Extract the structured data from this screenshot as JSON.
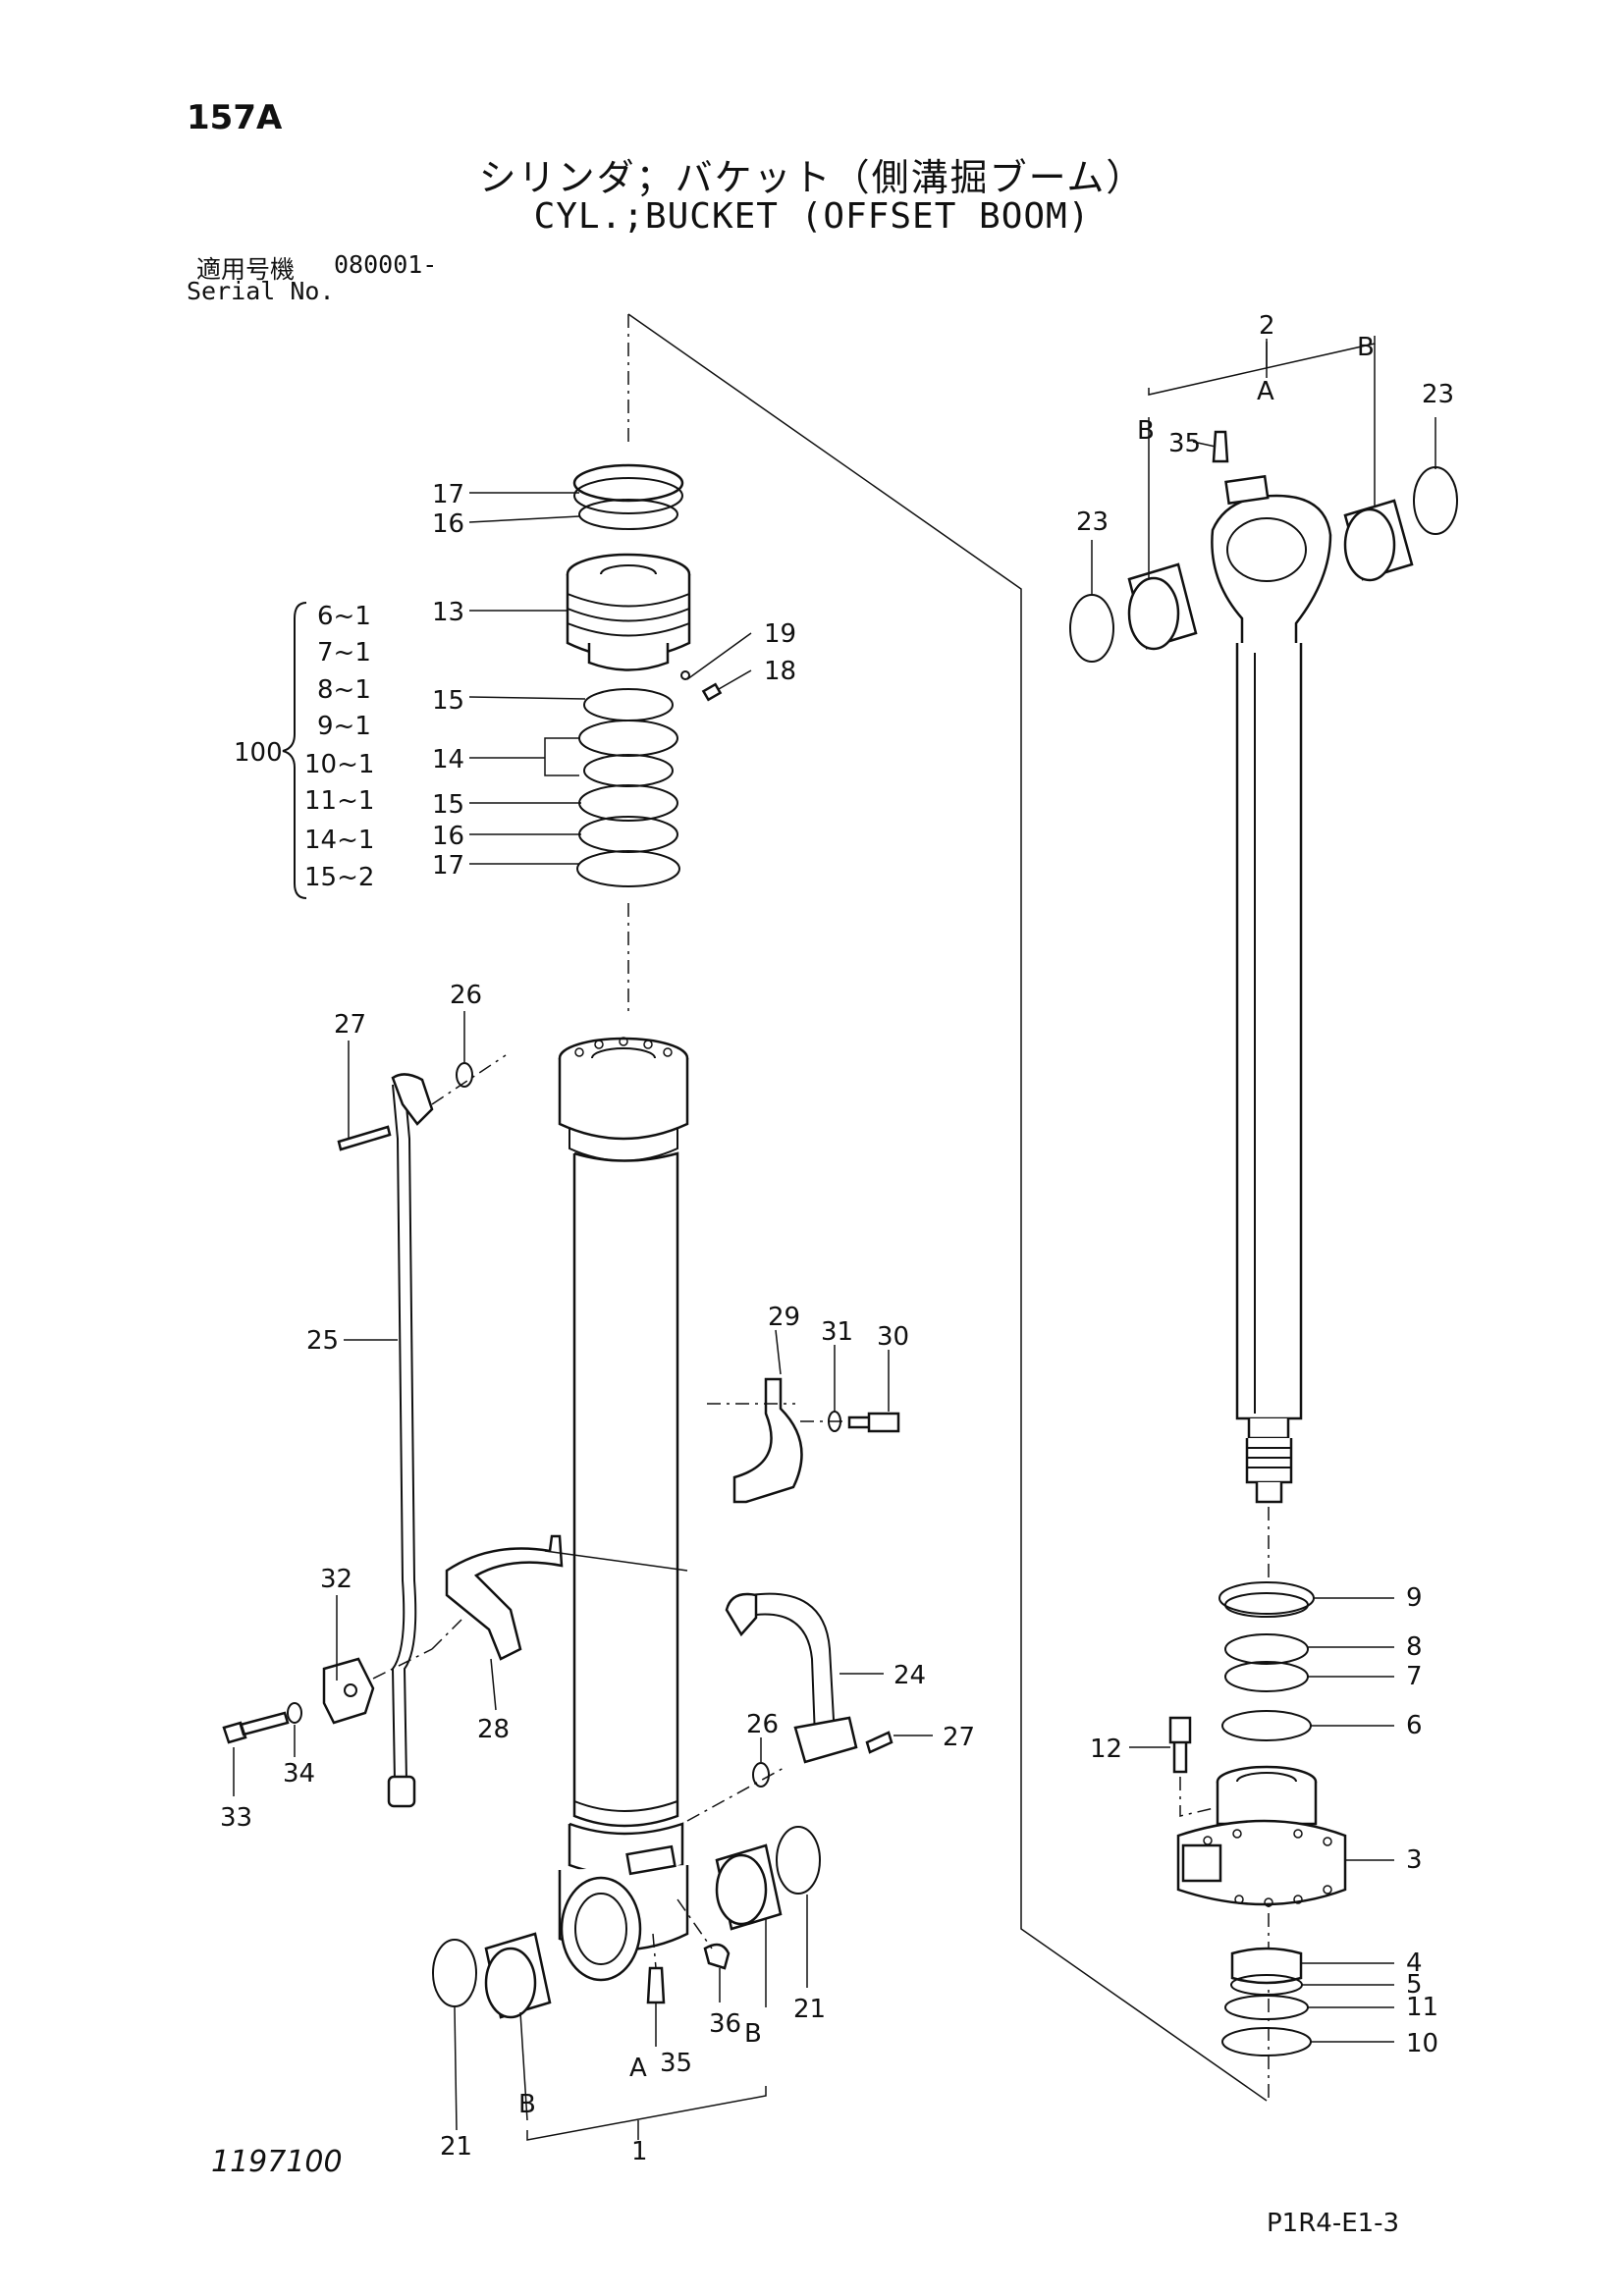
{
  "header": {
    "page_no": "157A",
    "title_jp": "シリンダ；バケット（側溝掘ブーム）",
    "title_en": "CYL.;BUCKET (OFFSET BOOM)",
    "serial_label_jp": "適用号機",
    "serial_value": "080001-",
    "serial_label_en": "Serial No."
  },
  "footer": {
    "drawing_no": "1197100",
    "page_code": "P1R4-E1-3"
  },
  "kit": {
    "number": "100",
    "items": [
      "6~1",
      "7~1",
      "8~1",
      "9~1",
      "10~1",
      "11~1",
      "14~1",
      "15~2"
    ]
  },
  "callouts": {
    "c17a": "17",
    "c16a": "16",
    "c13": "13",
    "c19": "19",
    "c18": "18",
    "c15a": "15",
    "c14": "14",
    "c15b": "15",
    "c16b": "16",
    "c17b": "17",
    "c27a": "27",
    "c26a": "26",
    "c25": "25",
    "c29": "29",
    "c31": "31",
    "c30": "30",
    "c32": "32",
    "c28": "28",
    "c33": "33",
    "c34": "34",
    "c24": "24",
    "c26b": "26",
    "c27b": "27",
    "c21a": "21",
    "c21b": "21",
    "c36": "36",
    "c35a": "35",
    "cA1": "A",
    "cB1": "B",
    "cB2": "B",
    "c1": "1",
    "c2": "2",
    "cA2": "A",
    "cB3": "B",
    "cB4": "B",
    "c35b": "35",
    "c23a": "23",
    "c23b": "23",
    "c9": "9",
    "c8": "8",
    "c7": "7",
    "c6": "6",
    "c12": "12",
    "c3": "3",
    "c4": "4",
    "c5": "5",
    "c11": "11",
    "c10": "10"
  }
}
